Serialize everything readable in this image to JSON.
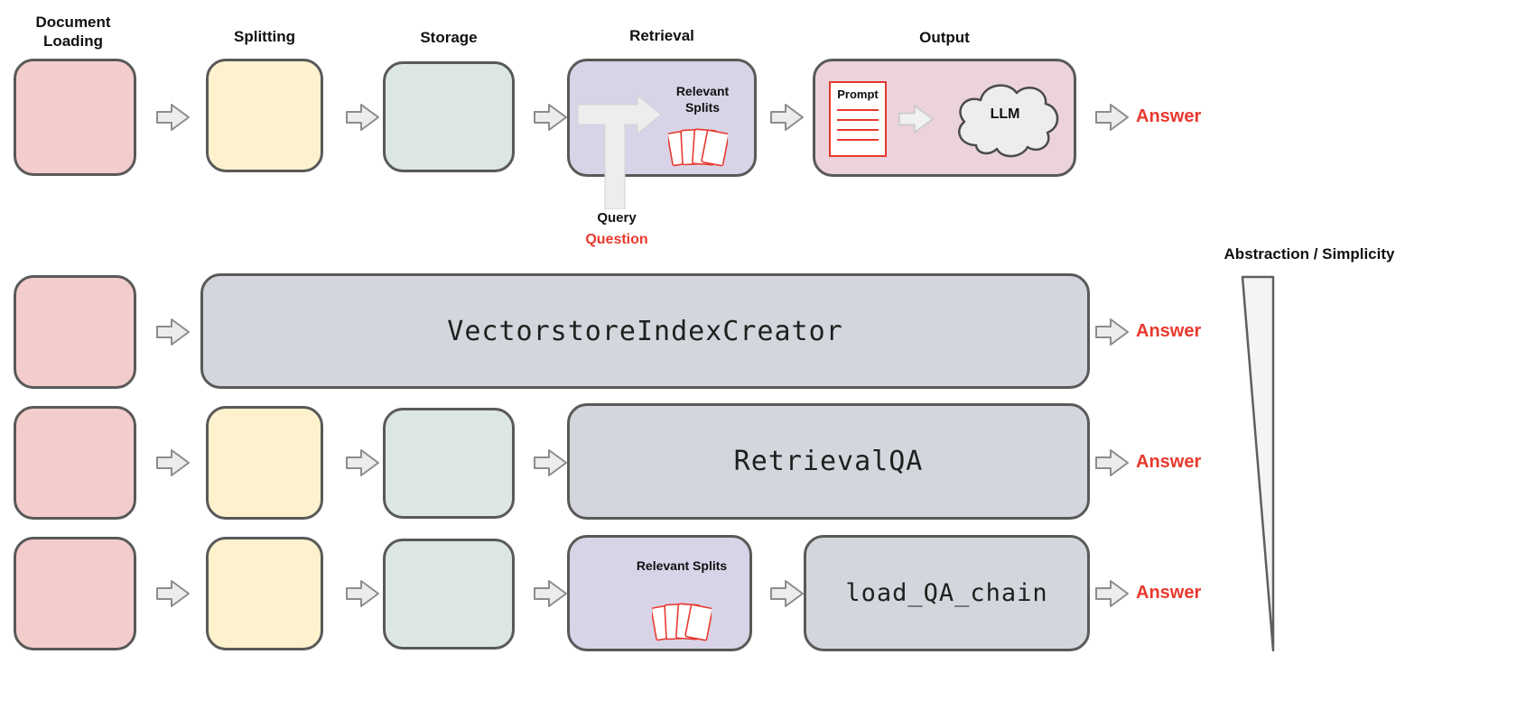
{
  "pipeline": {
    "stage_labels": [
      "Document Loading",
      "Splitting",
      "Storage",
      "Retrieval",
      "Output"
    ],
    "relevant_splits_label": "Relevant Splits",
    "prompt_label": "Prompt",
    "llm_label": "LLM",
    "query_label": "Query",
    "question_label": "Question",
    "answer_label": "Answer"
  },
  "abstractions": {
    "axis_label": "Abstraction / Simplicity",
    "rows": [
      {
        "name": "VectorstoreIndexCreator"
      },
      {
        "name": "RetrievalQA"
      },
      {
        "name": "load_QA_chain"
      }
    ]
  },
  "colors": {
    "document_loading_fill": "#f3cdcc",
    "splitting_fill": "#fdf2cd",
    "storage_fill": "#dce6e5",
    "retrieval_fill": "#d9d3e8",
    "output_fill": "#ebd2dd",
    "abstraction_box_fill": "#d3d7dd",
    "box_border": "#595959",
    "answer_text": "#e8392e",
    "icon_red": "#e8392e",
    "arrow_fill": "#ececec"
  }
}
